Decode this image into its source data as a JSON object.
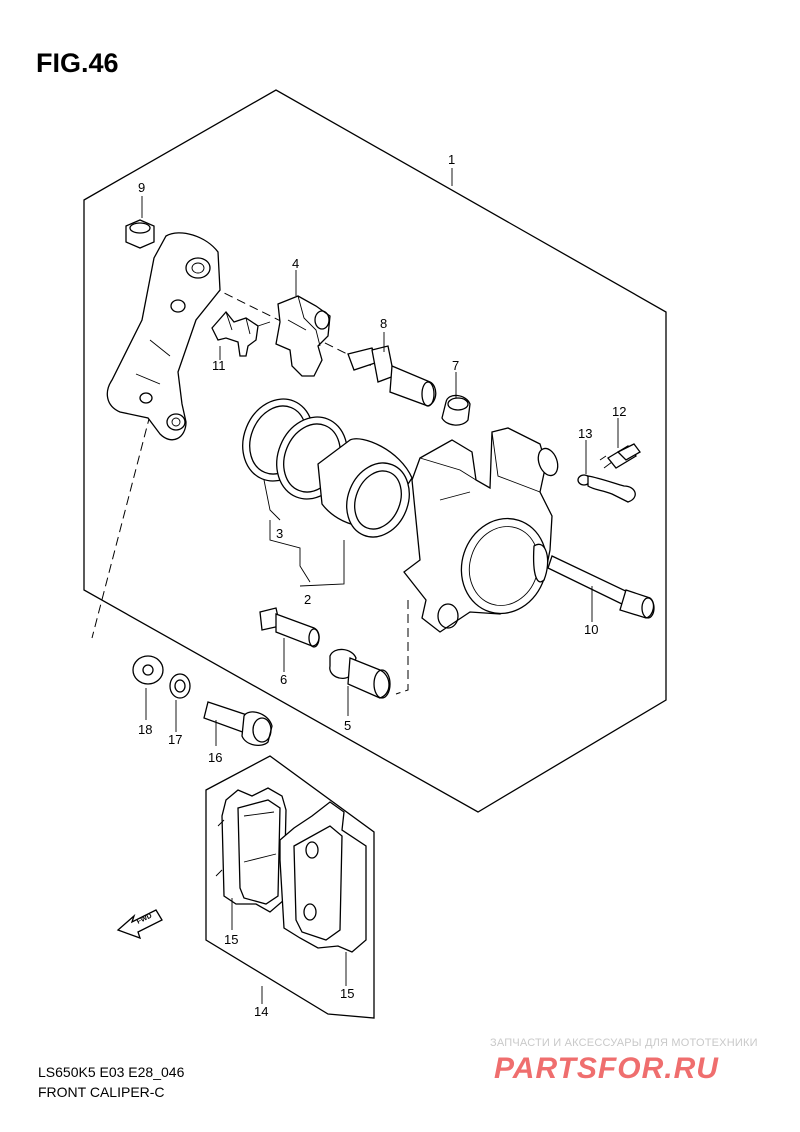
{
  "figure": {
    "title": "FIG.46"
  },
  "footer": {
    "code": "LS650K5 E03 E28_046",
    "caption": "FRONT CALIPER-C"
  },
  "watermark": {
    "tagline": "ЗАПЧАСТИ И АКСЕССУАРЫ ДЛЯ МОТОТЕХНИКИ",
    "brand": "PARTSFOR.RU"
  },
  "direction_arrow": {
    "label": "FWD"
  },
  "part_labels": {
    "p1": "1",
    "p2": "2",
    "p3": "3",
    "p4": "4",
    "p5": "5",
    "p6": "6",
    "p7": "7",
    "p8": "8",
    "p9": "9",
    "p10": "10",
    "p11": "11",
    "p12": "12",
    "p13": "13",
    "p14": "14",
    "p15a": "15",
    "p15b": "15",
    "p16": "16",
    "p17": "17",
    "p18": "18"
  },
  "colors": {
    "line": "#000000",
    "watermark_brand": "#ef6e6e",
    "watermark_text": "#c9c9c9"
  }
}
